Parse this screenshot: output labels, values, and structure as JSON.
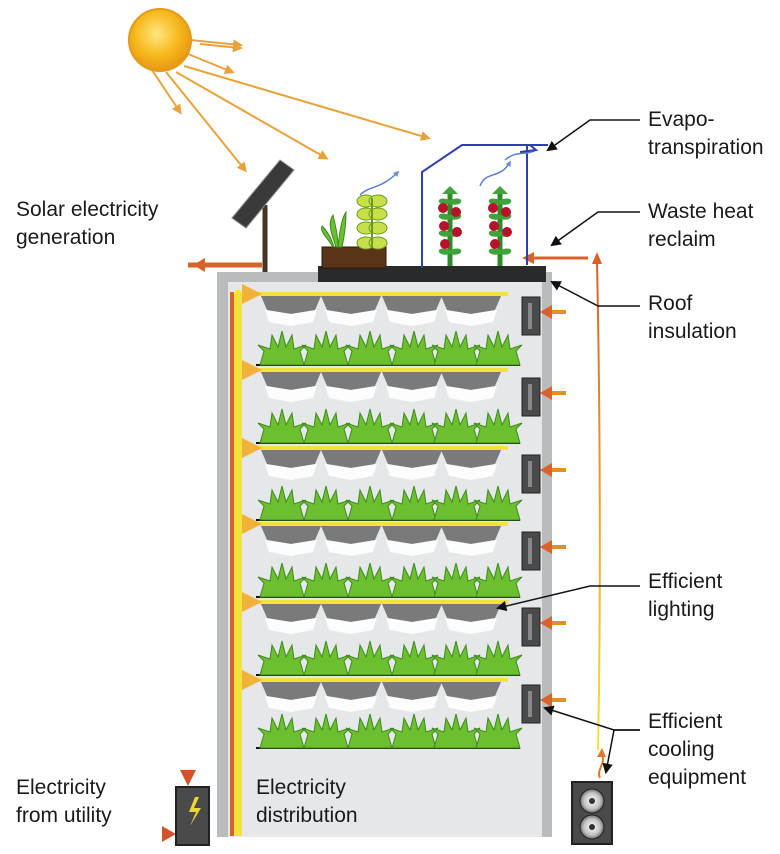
{
  "labels": {
    "solar": [
      "Solar electricity",
      "generation"
    ],
    "evapo": [
      "Evapo-",
      "transpiration"
    ],
    "waste_heat": [
      "Waste heat",
      "reclaim"
    ],
    "roof": [
      "Roof",
      "insulation"
    ],
    "lighting": [
      "Efficient",
      "lighting"
    ],
    "cooling": [
      "Efficient",
      "cooling",
      "equipment"
    ],
    "utility": [
      "Electricity",
      "from utility"
    ],
    "distribution": [
      "Electricity",
      "distribution"
    ]
  },
  "colors": {
    "sun": "#f5b21a",
    "sun_ray": "#e8a23a",
    "electric_yellow": "#f2e23a",
    "electric_orange": "#d9622a",
    "building_fill": "#e4e5e6",
    "building_edge": "#b9bbbd",
    "plant_green": "#6cbf2e",
    "leaf_dark": "#3e8a1f",
    "tomato": "#b8112a",
    "greenhouse": "#2e3fb0",
    "roof_slab": "#2a2a2a",
    "cooler_body": "#4a4a4a"
  }
}
